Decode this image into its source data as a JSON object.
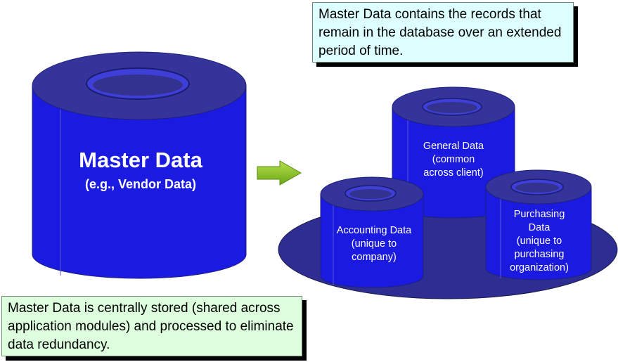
{
  "colors": {
    "cylinder_body": "#1a1ae0",
    "cylinder_top": "#34349a",
    "platform": "#2e2e92",
    "arrow": "#7fbf1f",
    "note_top_bg": "#ddffff",
    "note_bottom_bg": "#ddffdd"
  },
  "notes": {
    "top": "Master Data contains the records that remain in the database over an extended period of time.",
    "bottom": "Master Data is centrally stored (shared across application modules) and processed to eliminate data redundancy."
  },
  "master": {
    "title": "Master Data",
    "subtitle": "(e.g., Vendor Data)"
  },
  "general": {
    "l1": "General Data",
    "l2": "(common",
    "l3": "across client)"
  },
  "accounting": {
    "l1": "Accounting Data",
    "l2": "(unique to",
    "l3": "company)"
  },
  "purchasing": {
    "l1": "Purchasing",
    "l2": "Data",
    "l3": "(unique to",
    "l4": "purchasing",
    "l5": "organization)"
  },
  "icons": {
    "arrow": "right-arrow-icon",
    "cylinder": "database-cylinder-icon"
  }
}
